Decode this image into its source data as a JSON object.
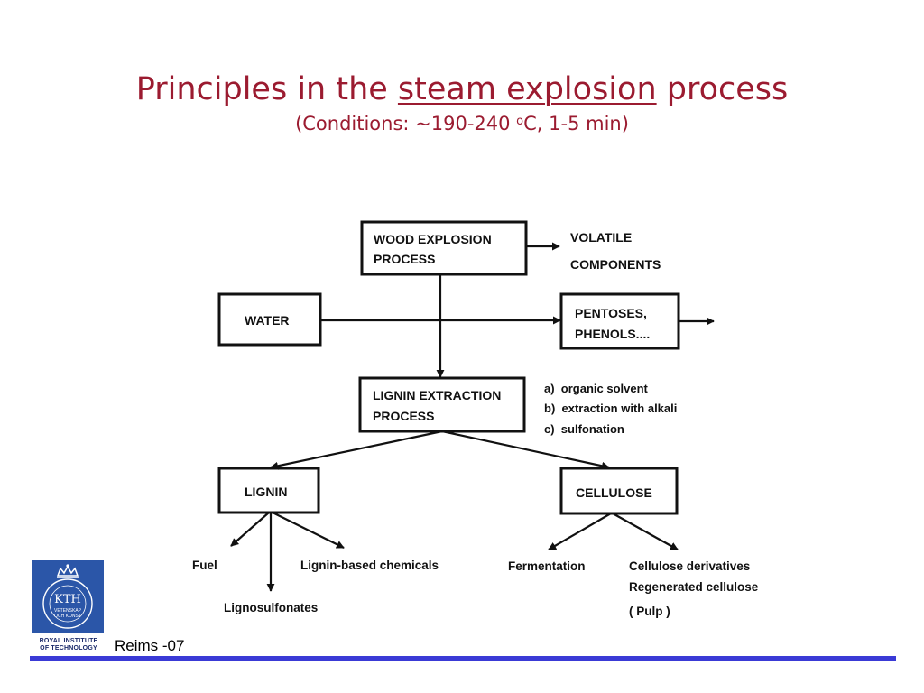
{
  "slide": {
    "title_pre": "Principles in the ",
    "title_underlined": "steam explosion",
    "title_post": " process",
    "subtitle_pre": "(Conditions: ~190-240 ",
    "subtitle_sup": "o",
    "subtitle_post": "C, 1-5 min)",
    "footer": "Reims -07"
  },
  "diagram": {
    "wood_explosion": [
      "WOOD EXPLOSION",
      "PROCESS"
    ],
    "volatile": [
      "VOLATILE",
      "COMPONENTS"
    ],
    "water": "WATER",
    "pentoses": [
      "PENTOSES,",
      "PHENOLS...."
    ],
    "lignin_extraction": [
      "LIGNIN EXTRACTION",
      "PROCESS"
    ],
    "extraction_options": [
      "a)  organic solvent",
      "b)  extraction with alkali",
      "c)  sulfonation"
    ],
    "lignin": "LIGNIN",
    "cellulose": "CELLULOSE",
    "fuel": "Fuel",
    "lignin_chemicals": "Lignin-based chemicals",
    "lignosulfonates": "Lignosulfonates",
    "fermentation": "Fermentation",
    "cellulose_products": [
      "Cellulose derivatives",
      "Regenerated cellulose",
      "( Pulp )"
    ]
  },
  "logo": {
    "emblem_text": "KTH",
    "motto": [
      "VETENSKAP",
      "OCH KONST"
    ],
    "institute": [
      "ROYAL INSTITUTE",
      "OF TECHNOLOGY"
    ],
    "color": "#2b56a8"
  },
  "colors": {
    "title": "#9b1b30",
    "footer_rule": "#3a3ad6"
  }
}
